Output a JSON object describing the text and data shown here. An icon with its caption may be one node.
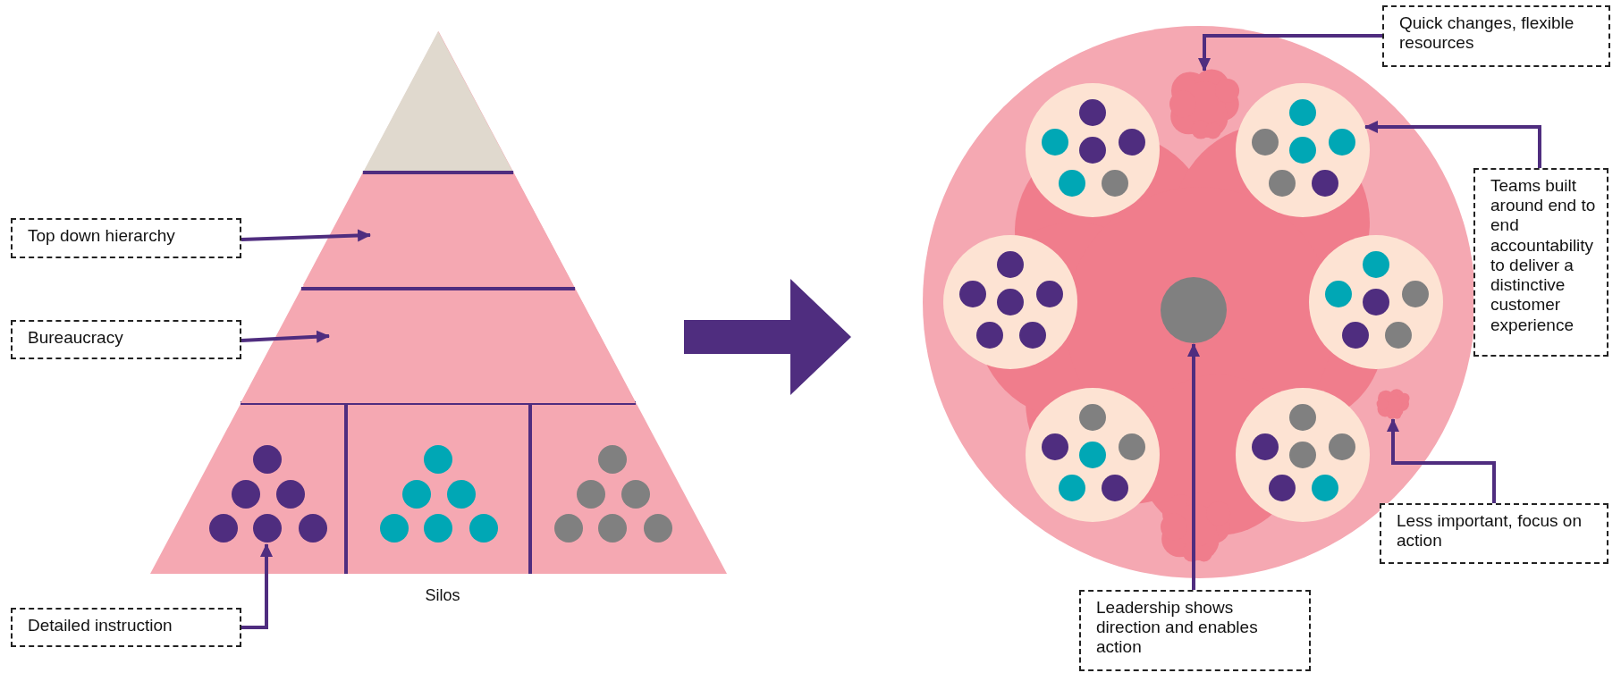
{
  "diagram": {
    "nodes": [
      {
        "text": [],
        "shape": "triangle"
      },
      {
        "text": [],
        "shape": "band",
        "in": 0
      },
      {
        "text": [],
        "shape": "band",
        "in": 0
      },
      {
        "text": [],
        "shape": "circle",
        "in": 0
      },
      {
        "text": [
          "Top down hierarchy"
        ]
      },
      {
        "text": [
          "Bureaucracy"
        ]
      },
      {
        "text": [
          "Detailed instruction"
        ]
      },
      {
        "text": [],
        "shape": "circle"
      },
      {
        "text": [],
        "shape": "cloud",
        "in": 7
      },
      {
        "text": [],
        "shape": "circle",
        "in": 7
      },
      {
        "text": [],
        "shape": "circle",
        "in": 7
      },
      {
        "text": [],
        "shape": "cloud",
        "in": 7
      },
      {
        "text": [
          "Quick changes, flexible resources"
        ]
      },
      {
        "text": [
          "Teams built around end to end accountability to deliver a distinctive customer experience"
        ]
      },
      {
        "text": [
          "Leadership shows direction and enables action"
        ]
      },
      {
        "text": [
          "Less important, focus on action"
        ]
      }
    ],
    "edges": [
      {
        "from": 4,
        "to": 1,
        "arrow": "to"
      },
      {
        "from": 5,
        "to": 2,
        "arrow": "to"
      },
      {
        "from": 6,
        "to": 3,
        "arrow": "to"
      },
      {
        "from": 0,
        "to": 7,
        "arrow": "to",
        "style": "thick"
      },
      {
        "from": 12,
        "to": 8,
        "arrow": "to"
      },
      {
        "from": 13,
        "to": 9,
        "arrow": "to"
      },
      {
        "from": 14,
        "to": 10,
        "arrow": "to"
      },
      {
        "from": 15,
        "to": 11,
        "arrow": "to"
      }
    ],
    "labels": [
      "Silos"
    ]
  }
}
